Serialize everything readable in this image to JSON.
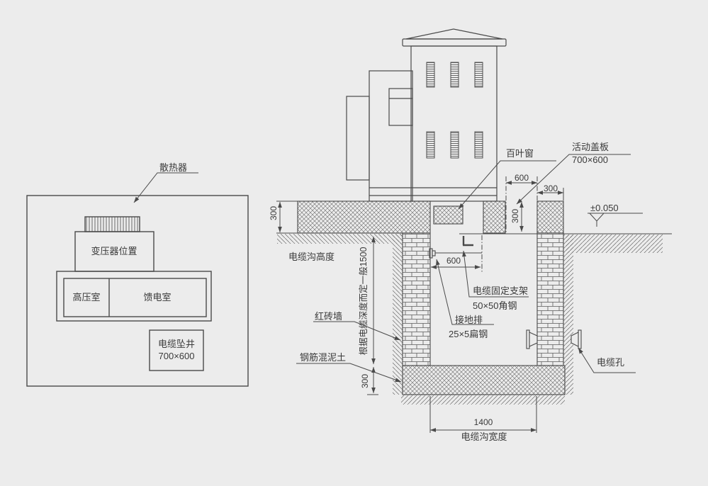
{
  "colors": {
    "background": "#ececec",
    "line": "#4a4a4a",
    "text": "#3a3a3c"
  },
  "plan": {
    "radiator_label": "散热器",
    "transformer_label": "变压器位置",
    "hv_room_label": "高压室",
    "feeder_room_label": "馈电室",
    "cable_shaft_label": "电缆坠井",
    "cable_shaft_size": "700×600"
  },
  "section": {
    "louver_label": "百叶窗",
    "cover_label": "活动盖板",
    "cover_size": "700×600",
    "level_mark": "±0.050",
    "trench_height_label": "电缆沟高度",
    "depth_note": "根据电缆深度而定一般1500",
    "brick_wall_label": "红砖墙",
    "concrete_label": "钢筋混泥土",
    "bracket_label": "电缆固定支架",
    "bracket_spec": "50×50角钢",
    "ground_bar_label": "接地排",
    "ground_bar_spec": "25×5扁钢",
    "cable_hole_label": "电缆孔",
    "trench_width_label": "电缆沟宽度",
    "dims": {
      "cover_opening": "600",
      "right_slab": "300",
      "opening_depth": "300",
      "slab_thickness": "300",
      "bracket_spacing": "600",
      "floor_thickness": "300",
      "trench_width": "1400"
    }
  }
}
